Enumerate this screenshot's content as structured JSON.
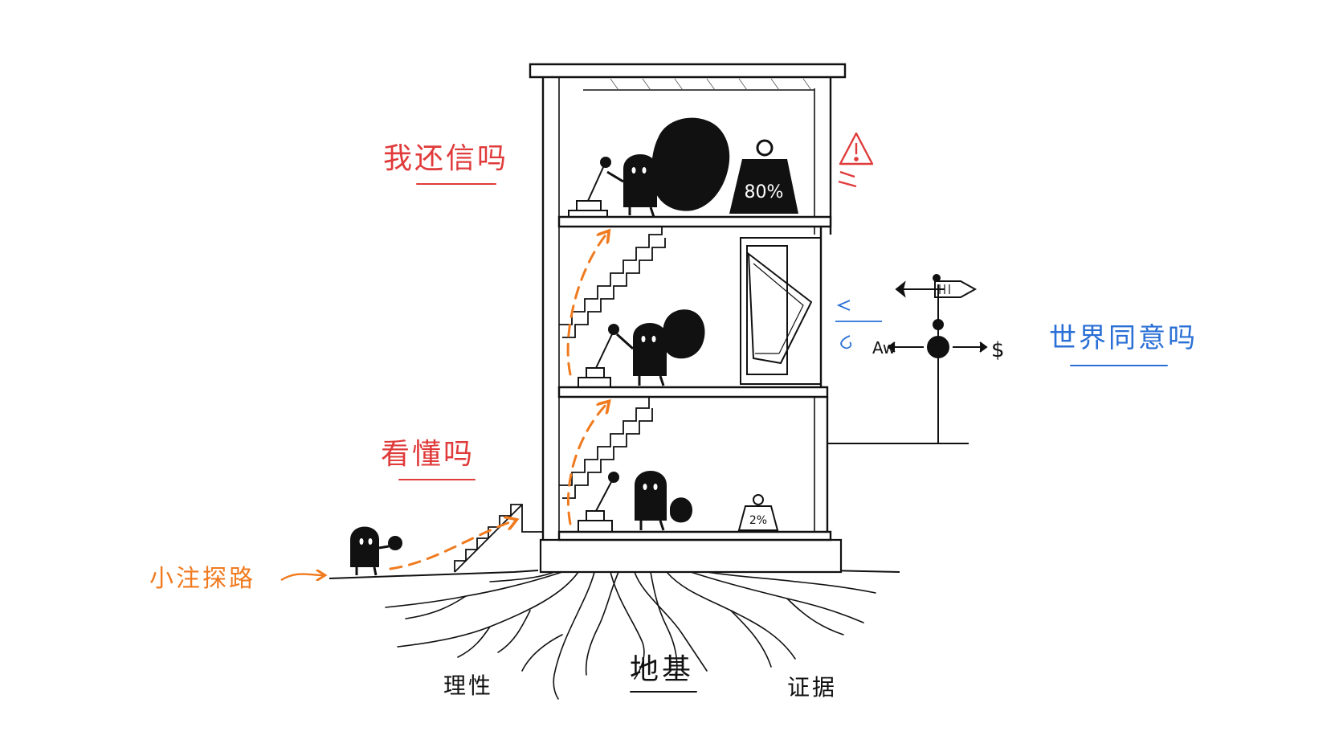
{
  "labels": {
    "still_believe": "我还信吗",
    "understand": "看懂吗",
    "little_bet": "小注探路",
    "world_agrees": "世界同意吗",
    "reason": "理性",
    "foundation": "地基",
    "evidence": "证据"
  },
  "weights": {
    "top": "80%",
    "bottom": "2%"
  },
  "vane_symbols": {
    "left": "Aw",
    "right": "$"
  },
  "icons": {
    "warning": "warning-triangle-icon",
    "wind": "wind-arrow-icon"
  },
  "colors": {
    "red": "#e03a3a",
    "orange": "#f07a1e",
    "blue": "#2a6fd6",
    "ink": "#111111"
  }
}
